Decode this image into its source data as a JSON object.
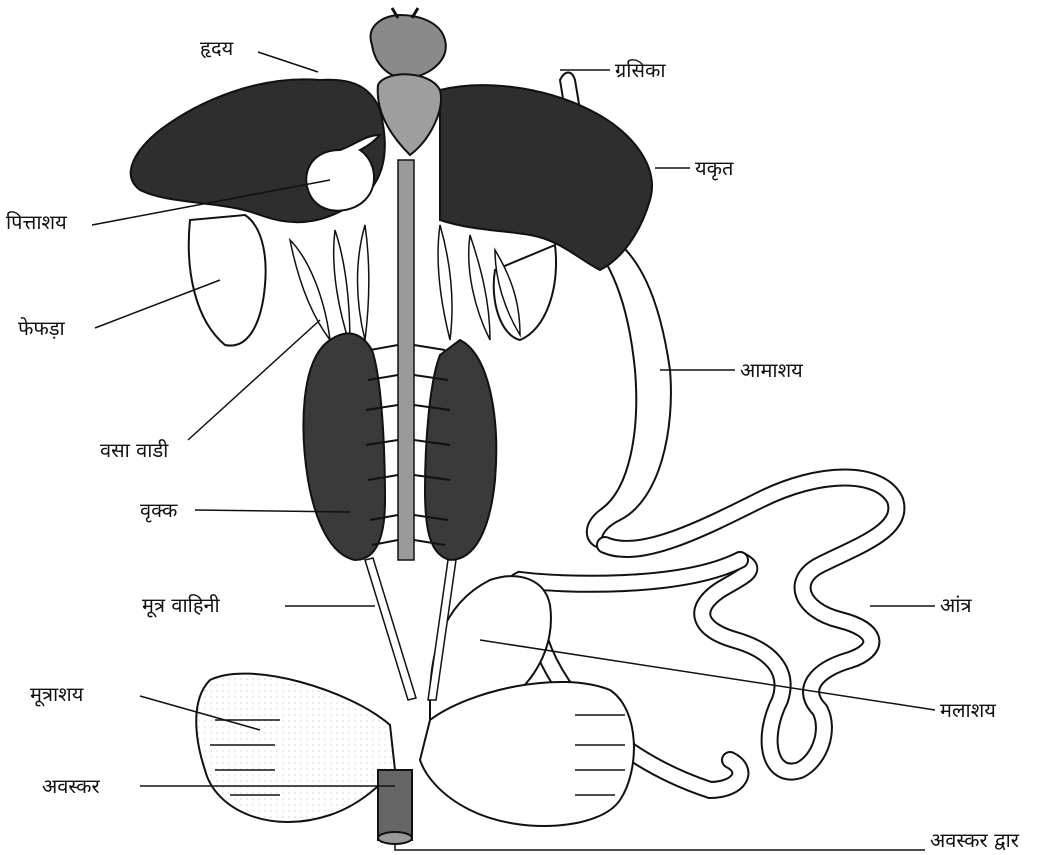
{
  "labels": {
    "heart": "हृदय",
    "oesophagus": "ग्रसिका",
    "liver": "यकृत",
    "gall_bladder": "पित्ताशय",
    "lung": "फेफड़ा",
    "stomach": "आमाशय",
    "fat_body": "वसा वाडी",
    "kidney": "वृक्क",
    "ureter": "मूत्र वाहिनी",
    "intestine": "आंत्र",
    "urinary_bladder": "मूत्राशय",
    "rectum": "मलाशय",
    "cloaca": "अवस्कर",
    "cloacal_aperture": "अवस्कर द्वार"
  },
  "colors": {
    "dark_organ": "#2e2e2e",
    "heart": "#8a8a8a",
    "vessel": "#9a9a9a",
    "outline": "#111111"
  }
}
